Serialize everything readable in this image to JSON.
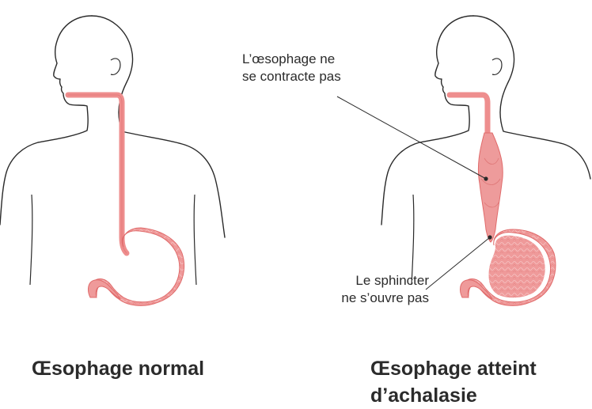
{
  "colors": {
    "outline": "#2a2a2a",
    "esophagus": "#ee8e8e",
    "esophagus_edge": "#e06b6b",
    "stomach": "#ef9a9a",
    "text": "#2b2b2b"
  },
  "panels": {
    "normal": {
      "caption": "Œsophage normal"
    },
    "achalasia": {
      "caption_line1": "Œsophage atteint",
      "caption_line2": "d’achalasie",
      "annotation_contract_line1": "L’œsophage ne",
      "annotation_contract_line2": "se contracte pas",
      "annotation_sphincter_line1": "Le sphincter",
      "annotation_sphincter_line2": "ne s’ouvre pas"
    }
  }
}
